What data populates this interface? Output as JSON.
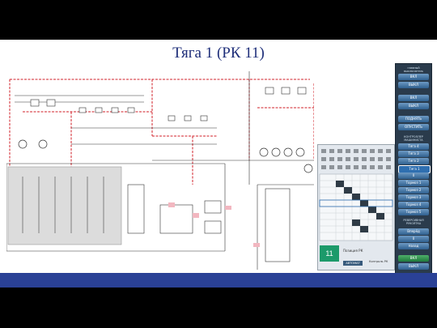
{
  "slide": {
    "title": "Тяга 1 (РК 11)"
  },
  "position_display": {
    "value": "11",
    "label": "Позиция РК",
    "sub_label": "Контроль РК",
    "auto_button": "АВТОМАТ"
  },
  "right_panel": {
    "header": "главный выключатель",
    "buttons": [
      "ВКЛ",
      "ВЫКЛ",
      "ВКЛ",
      "ВЫКЛ",
      "ПОДНЯТЬ",
      "ОПУСТИТЬ"
    ],
    "section_label": "КОНТРОЛЛЕР МАШИНИСТА",
    "modes": [
      "Тяга 4",
      "Тяга 3",
      "Тяга 2",
      "Тяга 1",
      "0",
      "Тормоз 1",
      "Тормоз 2",
      "Тормоз 3",
      "Тормоз 4",
      "Тормоз 5"
    ],
    "reverser_label": "РЕВЕРСИВНАЯ РУКОЯТКА",
    "reverser": [
      "Вперёд",
      "0",
      "Назад"
    ],
    "bottom_buttons": [
      "ВКЛ",
      "ВЫКЛ"
    ]
  },
  "colors": {
    "title": "#1f2f7a",
    "footer": "#2a4196",
    "circuit_red": "#d2202a",
    "circuit_line": "#333333",
    "panel_bg": "#2a3b4c",
    "button": "#4d7da8",
    "active_mode": "#2f6fb0",
    "position_box": "#1c9a6a"
  }
}
